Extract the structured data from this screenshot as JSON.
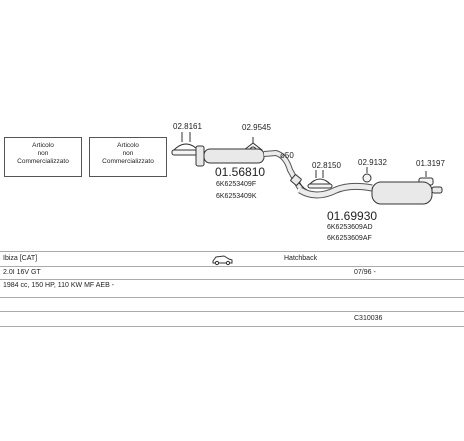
{
  "notes": [
    {
      "lines": [
        "Articolo",
        "non",
        "Commercializzato"
      ]
    },
    {
      "lines": [
        "Articolo",
        "non",
        "Commercializzato"
      ]
    }
  ],
  "parts": {
    "clamp_left": "02.8161",
    "gasket": "02.9545",
    "front_pipe": "01.56810",
    "front_pipe_oem_1": "6K6253409F",
    "front_pipe_oem_2": "6K6253409K",
    "diameter": "ø50",
    "clamp_mid": "02.8150",
    "hanger": "02.9132",
    "rubber": "01.3197",
    "rear_silencer": "01.69930",
    "rear_oem_1": "6K6253609AD",
    "rear_oem_2": "6K6253609AF"
  },
  "vehicle": {
    "model": "Ibiza [CAT]",
    "body": "Hatchback",
    "engine": "2.0I 16V GT",
    "date": "07/96 -",
    "specs": "1984 cc, 150 HP, 110 KW MF AEB -",
    "code": "C310036"
  }
}
